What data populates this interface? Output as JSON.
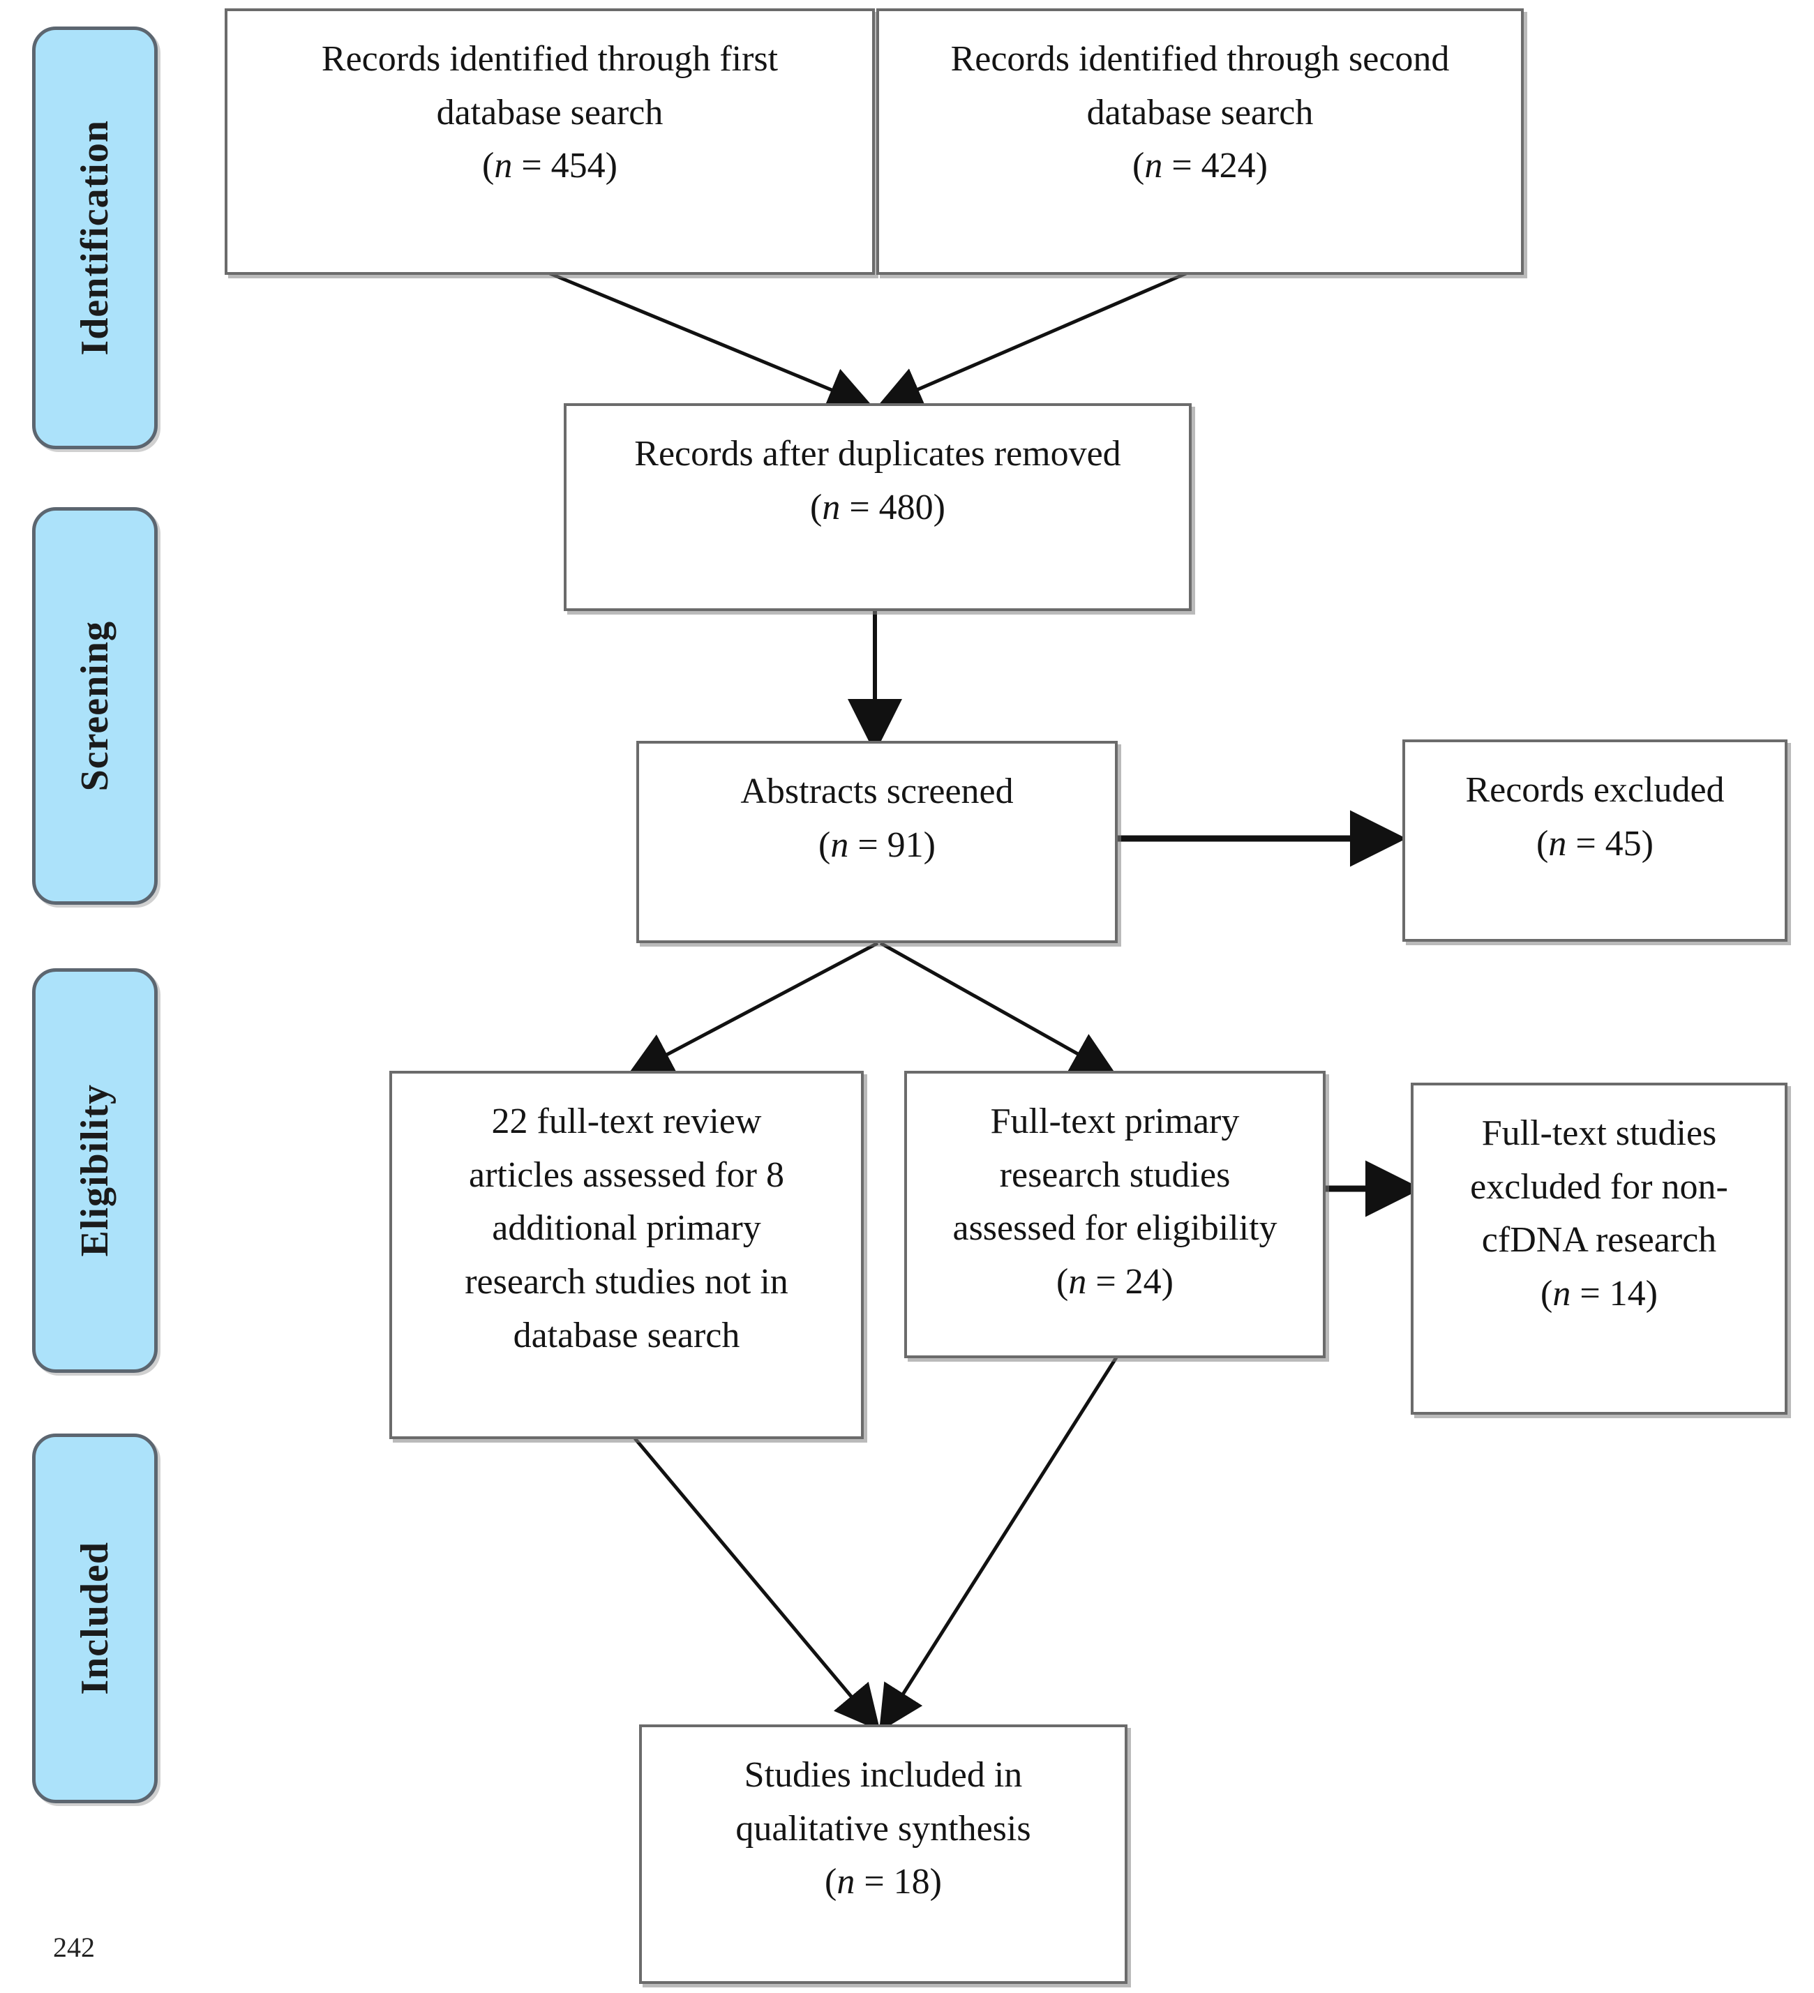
{
  "figure": {
    "type": "prisma-flow-diagram",
    "page_number": "242"
  },
  "stages": [
    {
      "id": "identification",
      "label": "Identification"
    },
    {
      "id": "screening",
      "label": "Screening"
    },
    {
      "id": "eligibility",
      "label": "Eligibility"
    },
    {
      "id": "included",
      "label": "Included"
    }
  ],
  "boxes": {
    "first_search": {
      "line1": "Records identified through first",
      "line2": "database search",
      "count_prefix": "(",
      "count_var": "n",
      "count_eq": " = ",
      "count_value": "454",
      "count_suffix": ")",
      "count_text": "(n = 454)"
    },
    "second_search": {
      "line1": "Records identified through second",
      "line2": "database search",
      "count_var": "n",
      "count_value": "424",
      "count_text": "(n = 424)"
    },
    "duplicates_removed": {
      "line1": "Records after duplicates removed",
      "count_var": "n",
      "count_value": "480",
      "count_text": "(n = 480)"
    },
    "abstracts_screened": {
      "line1": "Abstracts screened",
      "count_var": "n",
      "count_value": "91",
      "count_text": "(n = 91)"
    },
    "records_excluded": {
      "line1": "Records excluded",
      "count_var": "n",
      "count_value": "45",
      "count_text": "(n = 45)"
    },
    "review_articles": {
      "line1": "22 full-text review",
      "line2": "articles assessed for 8",
      "line3": "additional primary",
      "line4": "research studies not in",
      "line5": "database search"
    },
    "fulltext_primary": {
      "line1": "Full-text primary",
      "line2": "research studies",
      "line3": "assessed for eligibility",
      "count_var": "n",
      "count_value": "24",
      "count_text": "(n = 24)"
    },
    "fulltext_excluded": {
      "line1": "Full-text studies",
      "line2": "excluded for non-",
      "line3": "cfDNA research",
      "count_var": "n",
      "count_value": "14",
      "count_text": "(n = 14)"
    },
    "studies_included": {
      "line1": "Studies included in",
      "line2": "qualitative synthesis",
      "count_var": "n",
      "count_value": "18",
      "count_text": "(n = 18)"
    }
  },
  "colors": {
    "stage_fill": "#ACE2FA",
    "stage_border": "#5C6670",
    "box_border": "#6B6B6B",
    "connector": "#1a1a1a",
    "text": "#141414",
    "page_bg": "#FFFFFF"
  },
  "connectors": [
    {
      "from": "first_search",
      "to": "duplicates_removed",
      "arrow": "down-right-diagonal"
    },
    {
      "from": "second_search",
      "to": "duplicates_removed",
      "arrow": "down-left-diagonal"
    },
    {
      "from": "duplicates_removed",
      "to": "abstracts_screened",
      "arrow": "down-straight"
    },
    {
      "from": "abstracts_screened",
      "to": "records_excluded",
      "arrow": "right-straight"
    },
    {
      "from": "abstracts_screened",
      "to": "review_articles",
      "arrow": "down-left-diagonal"
    },
    {
      "from": "abstracts_screened",
      "to": "fulltext_primary",
      "arrow": "down-right-diagonal"
    },
    {
      "from": "fulltext_primary",
      "to": "fulltext_excluded",
      "arrow": "right-straight"
    },
    {
      "from": "review_articles",
      "to": "studies_included",
      "arrow": "down-right-diagonal"
    },
    {
      "from": "fulltext_primary",
      "to": "studies_included",
      "arrow": "down-left-diagonal"
    }
  ]
}
